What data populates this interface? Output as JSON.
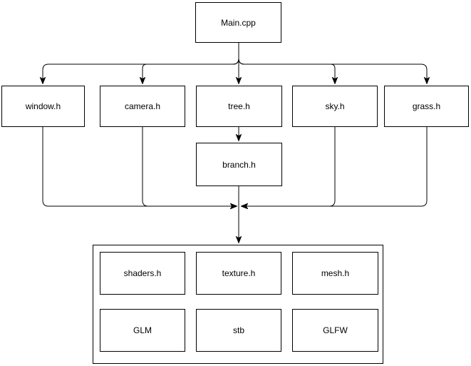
{
  "style": {
    "background": "#ffffff",
    "line_color": "#000000",
    "text_color": "#000000"
  },
  "nodes": {
    "main": {
      "label": "Main.cpp"
    },
    "window": {
      "label": "window.h"
    },
    "camera": {
      "label": "camera.h"
    },
    "tree": {
      "label": "tree.h"
    },
    "sky": {
      "label": "sky.h"
    },
    "grass": {
      "label": "grass.h"
    },
    "branch": {
      "label": "branch.h"
    },
    "shaders": {
      "label": "shaders.h"
    },
    "texture": {
      "label": "texture.h"
    },
    "mesh": {
      "label": "mesh.h"
    },
    "glm": {
      "label": "GLM"
    },
    "stb": {
      "label": "stb"
    },
    "glfw": {
      "label": "GLFW"
    }
  },
  "edges": [
    {
      "from": "Main.cpp",
      "to": "window.h"
    },
    {
      "from": "Main.cpp",
      "to": "camera.h"
    },
    {
      "from": "Main.cpp",
      "to": "tree.h"
    },
    {
      "from": "Main.cpp",
      "to": "sky.h"
    },
    {
      "from": "Main.cpp",
      "to": "grass.h"
    },
    {
      "from": "tree.h",
      "to": "branch.h"
    },
    {
      "from": "window.h",
      "to": "libraries-group"
    },
    {
      "from": "camera.h",
      "to": "libraries-group"
    },
    {
      "from": "branch.h",
      "to": "libraries-group"
    },
    {
      "from": "sky.h",
      "to": "libraries-group"
    },
    {
      "from": "grass.h",
      "to": "libraries-group"
    }
  ]
}
